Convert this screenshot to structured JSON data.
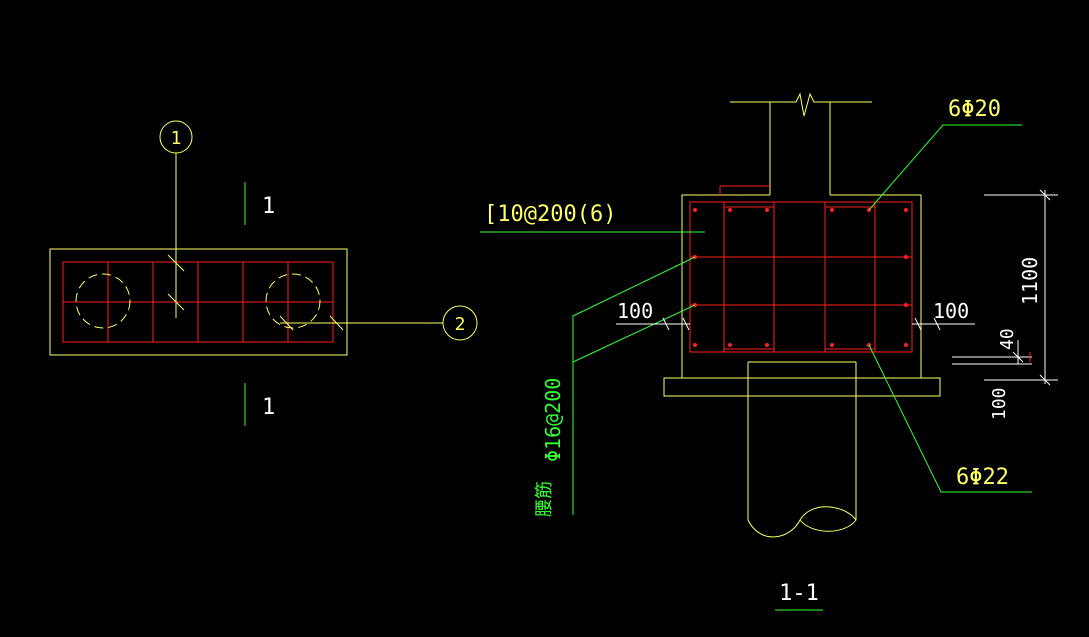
{
  "colors": {
    "background": "#000000",
    "outline": "#ffff66",
    "rebar": "#ff2020",
    "leader": "#33ff33",
    "text_yellow": "#ffff66",
    "text_green": "#33ff33",
    "text_white": "#ffffff"
  },
  "plan": {
    "callout_1": "1",
    "callout_2": "2",
    "section_mark_top": "1",
    "section_mark_bottom": "1"
  },
  "section": {
    "title": "1-1",
    "top_bars": "6Φ20",
    "bottom_bars": "6Φ22",
    "stirrups": "[10@200(6)",
    "side_bars_line1": "腰筋",
    "side_bars_line2": "Φ16@200",
    "cover_left": "100",
    "cover_right": "100",
    "height_dim": "1100",
    "embed_dim": "40",
    "cushion_dim": "100"
  }
}
